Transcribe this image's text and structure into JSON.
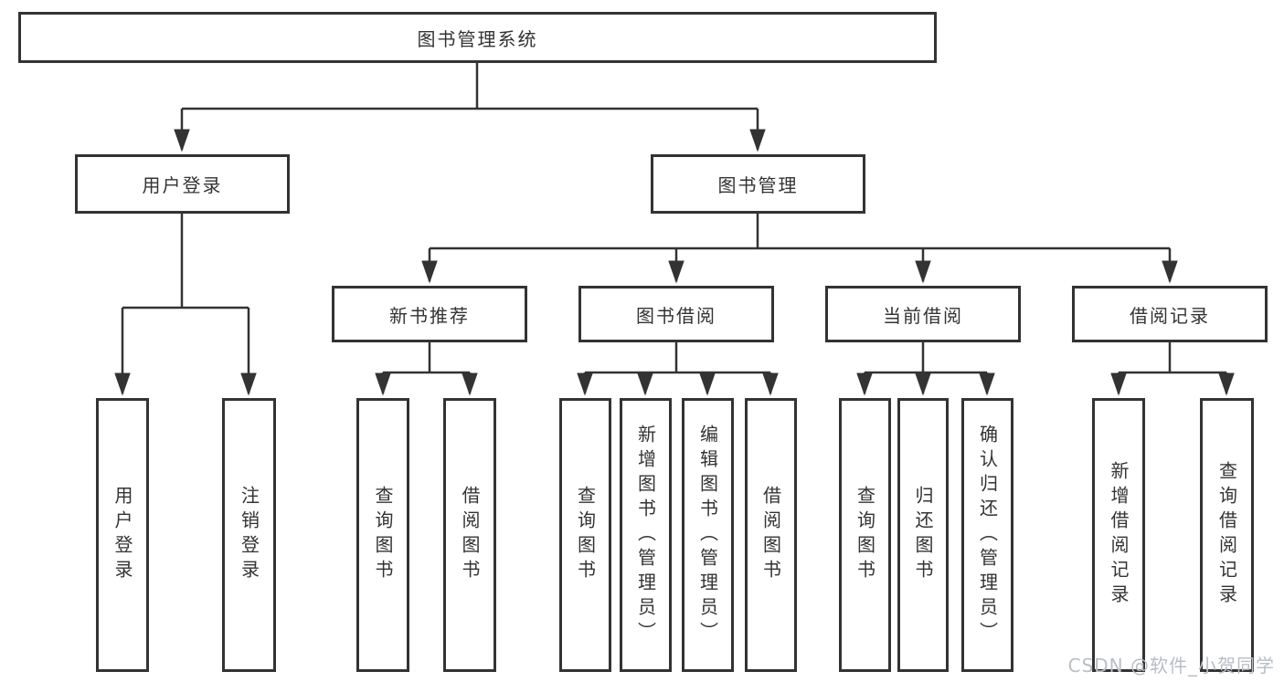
{
  "diagram": {
    "title": "图书管理系统",
    "tree": {
      "label": "图书管理系统",
      "children": [
        {
          "label": "用户登录",
          "children": [
            {
              "label": "用户登录"
            },
            {
              "label": "注销登录"
            }
          ]
        },
        {
          "label": "图书管理",
          "children": [
            {
              "label": "新书推荐",
              "children": [
                {
                  "label": "查询图书"
                },
                {
                  "label": "借阅图书"
                }
              ]
            },
            {
              "label": "图书借阅",
              "children": [
                {
                  "label": "查询图书"
                },
                {
                  "label": "新增图书（管理员）"
                },
                {
                  "label": "编辑图书（管理员）"
                },
                {
                  "label": "借阅图书"
                }
              ]
            },
            {
              "label": "当前借阅",
              "children": [
                {
                  "label": "查询图书"
                },
                {
                  "label": "归还图书"
                },
                {
                  "label": "确认归还（管理员）"
                }
              ]
            },
            {
              "label": "借阅记录",
              "children": [
                {
                  "label": "新增借阅记录"
                },
                {
                  "label": "查询借阅记录"
                }
              ]
            }
          ]
        }
      ]
    },
    "colors": {
      "line": "#333333",
      "box_border": "#333333",
      "text": "#333333",
      "background": "#ffffff",
      "watermark": "#b9bdc4"
    }
  },
  "watermark": {
    "text": "CSDN @软件_小贺同学"
  }
}
